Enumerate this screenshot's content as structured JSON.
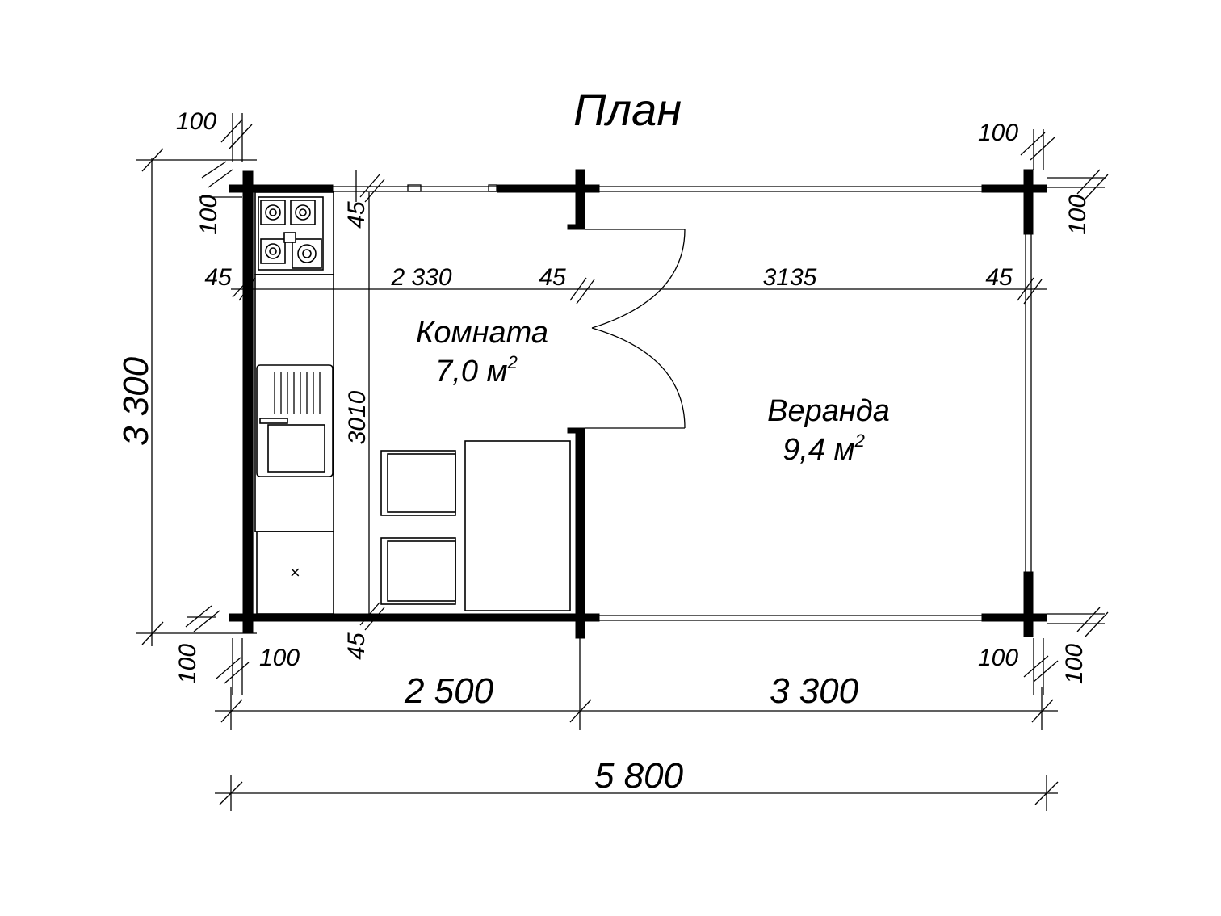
{
  "title": "План",
  "rooms": [
    {
      "name": "Комната",
      "area": "7,0 м",
      "sup": "2"
    },
    {
      "name": "Веранда",
      "area": "9,4 м",
      "sup": "2"
    }
  ],
  "dims": {
    "top_left_100": "100",
    "top_right_100": "100",
    "left_100": "100",
    "left_45": "45",
    "mid_2330": "2 330",
    "mid_45": "45",
    "mid_3135": "3135",
    "right_45": "45",
    "right_100": "100",
    "kitchen_45_top": "45",
    "kitchen_45_bottom": "45",
    "vertical_3010": "3010",
    "overall_height": "3 300",
    "bottom_left_100a": "100",
    "bottom_left_100b": "100",
    "bottom_right_100a": "100",
    "bottom_right_100b": "100",
    "width_room": "2 500",
    "width_veranda": "3 300",
    "width_total": "5 800"
  },
  "stove_mark": "×"
}
